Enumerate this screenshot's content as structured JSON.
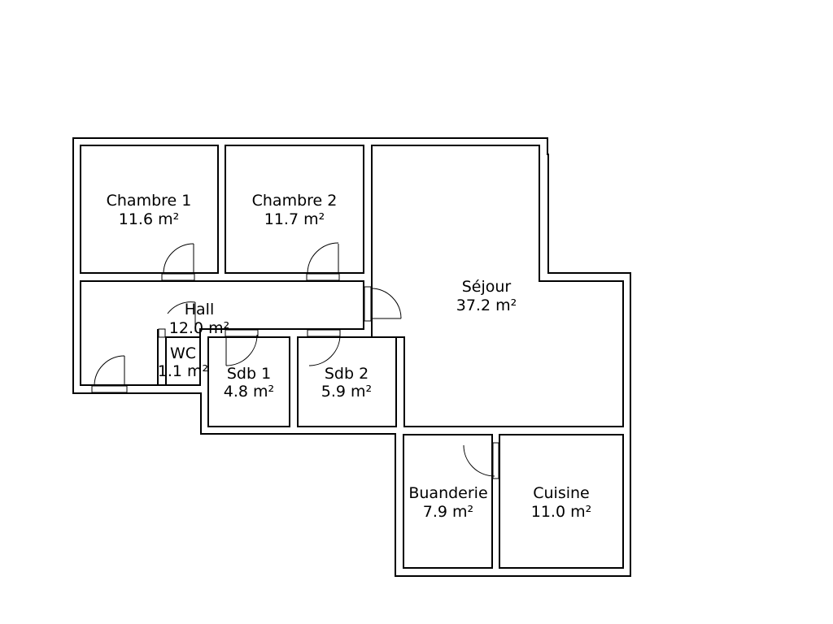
{
  "rooms": [
    {
      "id": "chambre-1",
      "name": "Chambre 1",
      "area": "11.6 m²"
    },
    {
      "id": "chambre-2",
      "name": "Chambre 2",
      "area": "11.7 m²"
    },
    {
      "id": "sejour",
      "name": "Séjour",
      "area": "37.2 m²"
    },
    {
      "id": "hall",
      "name": "Hall",
      "area": "12.0 m²"
    },
    {
      "id": "wc",
      "name": "WC",
      "area": "1.1 m²"
    },
    {
      "id": "sdb-1",
      "name": "Sdb 1",
      "area": "4.8 m²"
    },
    {
      "id": "sdb-2",
      "name": "Sdb 2",
      "area": "5.9 m²"
    },
    {
      "id": "buanderie",
      "name": "Buanderie",
      "area": "7.9 m²"
    },
    {
      "id": "cuisine",
      "name": "Cuisine",
      "area": "11.0 m²"
    }
  ]
}
